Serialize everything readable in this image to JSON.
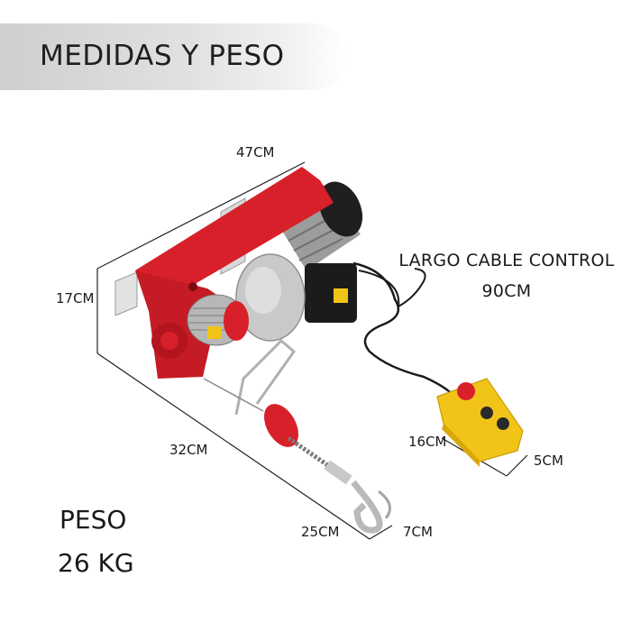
{
  "header": {
    "title": "MEDIDAS Y PESO"
  },
  "dimensions": {
    "hoist_length": "47CM",
    "hoist_height": "17CM",
    "hoist_depth": "32CM",
    "hook_length": "25CM",
    "hook_width": "7CM",
    "control_height": "16CM",
    "control_width": "5CM"
  },
  "control_cable": {
    "label": "LARGO CABLE CONTROL",
    "value": "90CM"
  },
  "weight": {
    "label": "PESO",
    "value": "26 KG"
  },
  "colors": {
    "frame_red": "#d8202a",
    "motor_black": "#1b1b1b",
    "controller_yellow": "#f2c418",
    "banner_gray": "#d4d4d4"
  }
}
